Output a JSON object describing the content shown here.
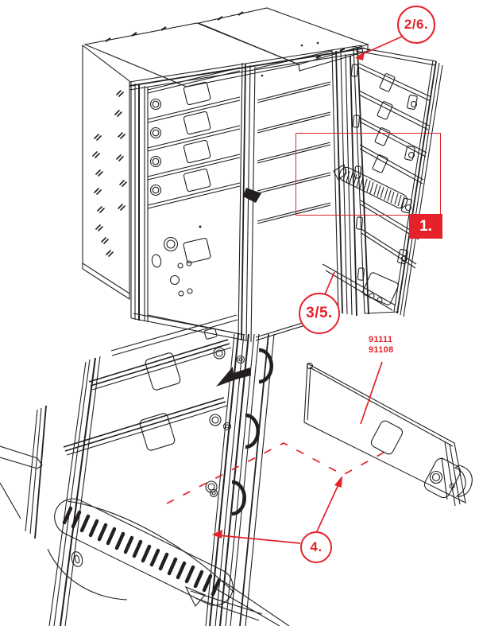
{
  "colors": {
    "annotation_red": "#e62129",
    "linework_ink": "#231f20",
    "callout_1_text": "#ffffff",
    "background": "#ffffff"
  },
  "callouts": {
    "step_2_6": {
      "label": "2/6.",
      "style": "circle-outline"
    },
    "step_1": {
      "label": "1.",
      "style": "filled-box"
    },
    "step_3_5": {
      "label": "3/5.",
      "style": "circle-outline"
    },
    "step_4": {
      "label": "4.",
      "style": "circle-outline"
    }
  },
  "part_numbers": {
    "line_1": "91111",
    "line_2": "91108"
  }
}
